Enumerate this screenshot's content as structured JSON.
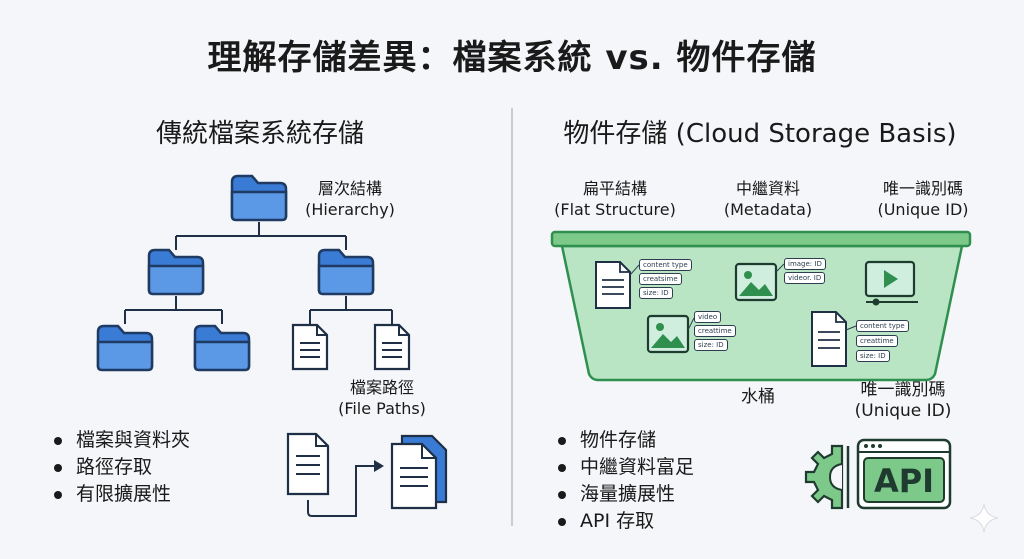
{
  "title": "理解存儲差異：檔案系統 vs. 物件存儲",
  "left": {
    "heading": "傳統檔案系統存儲",
    "hierarchy_label": "層次結構",
    "hierarchy_label_en": "(Hierarchy)",
    "filepaths_label": "檔案路徑",
    "filepaths_label_en": "(File Paths)",
    "bullets": [
      "檔案與資料夾",
      "路徑存取",
      "有限擴展性"
    ]
  },
  "right": {
    "heading": "物件存儲 (Cloud Storage Basis)",
    "flat_label": "扁平結構",
    "flat_label_en": "(Flat Structure)",
    "meta_label": "中繼資料",
    "meta_label_en": "(Metadata)",
    "uid_label": "唯一識別碼",
    "uid_label_en": "(Unique ID)",
    "bucket_label": "水桶",
    "uid2_label": "唯一識別碼",
    "uid2_label_en": "(Unique ID)",
    "objects": {
      "doc1_tags": [
        "content type",
        "creatsime",
        "size: ID"
      ],
      "img1_tags": [
        "image: ID",
        "videor. ID"
      ],
      "img2_tags": [
        "video",
        "creattime",
        "size: ID"
      ],
      "doc2_tags": [
        "content type",
        "creattime",
        "size: ID"
      ]
    },
    "bullets": [
      "物件存儲",
      "中繼資料富足",
      "海量擴展性",
      "API 存取"
    ],
    "api_text": "API"
  },
  "colors": {
    "folder_blue": "#3a7bd5",
    "folder_dark": "#1f3b63",
    "bucket_green": "#a8dcb5",
    "bucket_dark": "#2f8f4e",
    "api_green": "#7cc98a"
  }
}
